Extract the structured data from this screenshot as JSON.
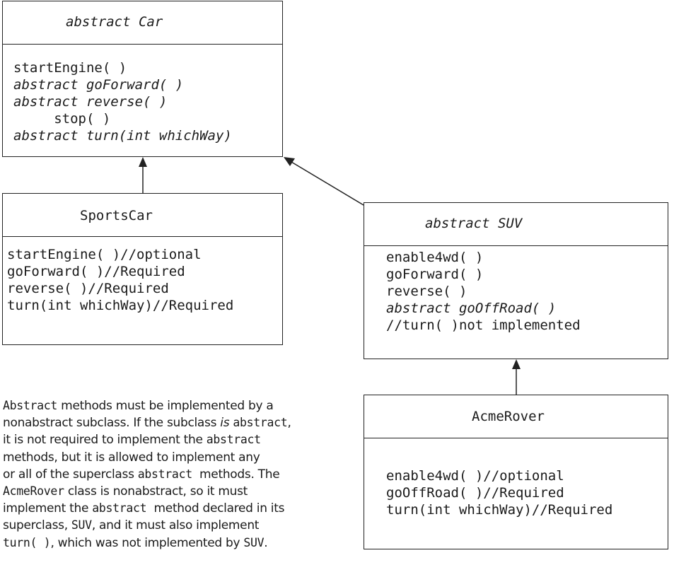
{
  "car": {
    "title": "abstract Car",
    "methods": [
      {
        "text": "startEngine( )",
        "italic": false
      },
      {
        "text": "abstract goForward( )",
        "italic": true
      },
      {
        "text": "abstract reverse( )",
        "italic": true
      },
      {
        "text": "     stop( )",
        "italic": false
      },
      {
        "text": "abstract turn(int whichWay)",
        "italic": true
      }
    ]
  },
  "sports": {
    "title": "SportsCar",
    "methods": [
      {
        "text": "startEngine( )//optional",
        "italic": false
      },
      {
        "text": "goForward( )//Required",
        "italic": false
      },
      {
        "text": "reverse( )//Required",
        "italic": false
      },
      {
        "text": "turn(int whichWay)//Required",
        "italic": false
      }
    ]
  },
  "suv": {
    "title": "abstract SUV",
    "methods": [
      {
        "text": "enable4wd( )",
        "italic": false
      },
      {
        "text": "goForward( )",
        "italic": false
      },
      {
        "text": "reverse( )",
        "italic": false
      },
      {
        "text": "abstract goOffRoad( )",
        "italic": true
      },
      {
        "text": "",
        "italic": false
      },
      {
        "text": "//turn( )not implemented",
        "italic": false
      }
    ]
  },
  "acme": {
    "title": "AcmeRover",
    "methods": [
      {
        "text": "enable4wd( )//optional",
        "italic": false
      },
      {
        "text": "goOffRoad( )//Required",
        "italic": false
      },
      {
        "text": "turn(int whichWay)//Required",
        "italic": false
      }
    ]
  },
  "note": {
    "l1a": "Abstract",
    "l1b": " methods must be implemented by a",
    "l2a": "nonabstract subclass. If the subclass ",
    "l2b": "is",
    "l2c": " ",
    "l2d": "abstract",
    "l2e": ",",
    "l3a": "it is not required to implement the ",
    "l3b": "abstract",
    "l4": "methods, but it is allowed to implement any",
    "l5a": "or all of the superclass ",
    "l5b": "abstract",
    "l5c": "  methods. The",
    "l6a": "AcmeRover",
    "l6b": " class is nonabstract, so it must",
    "l7a": "implement the ",
    "l7b": "abstract",
    "l7c": "  method declared in its",
    "l8a": "superclass, ",
    "l8b": "SUV",
    "l8c": ", and it must also implement",
    "l9a": "turn( )",
    "l9b": ", which was not implemented by ",
    "l9c": "SUV",
    "l9d": "."
  }
}
